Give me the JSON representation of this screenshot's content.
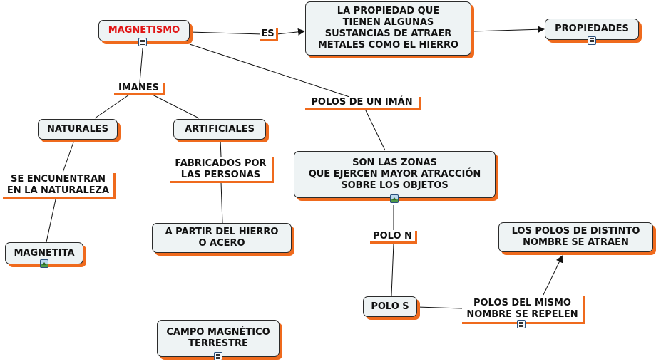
{
  "concepts": {
    "magnetismo": "MAGNETISMO",
    "definicion": "LA PROPIEDAD QUE\nTIENEN ALGUNAS\nSUSTANCIAS DE ATRAER\nMETALES COMO EL HIERRO",
    "propiedades": "PROPIEDADES",
    "naturales": "NATURALES",
    "artificiales": "ARTIFICIALES",
    "zonas": "SON LAS ZONAS\nQUE EJERCEN MAYOR ATRACCIÓN\nSOBRE LOS OBJETOS",
    "magnetita": "MAGNETITA",
    "hierro_acero": "A PARTIR DEL HIERRO\nO ACERO",
    "polos_distinto": "LOS POLOS DE DISTINTO\nNOMBRE SE ATRAEN",
    "polo_s": "POLO S",
    "campo": "CAMPO MAGNÉTICO\nTERRESTRE"
  },
  "phrases": {
    "es": "ES",
    "imanes": "IMANES",
    "polos_iman": "POLOS DE UN IMÁN",
    "se_encuentran": "SE ENCUNENTRAN\nEN LA NATURALEZA",
    "fabricados": "FABRICADOS POR\nLAS PERSONAS",
    "polo_n": "POLO N",
    "mismo_nombre": "POLOS DEL MISMO\nNOMBRE SE REPELEN"
  },
  "icons": [
    {
      "name": "document-icon",
      "kind": "doc"
    },
    {
      "name": "document-icon",
      "kind": "doc"
    },
    {
      "name": "image-icon",
      "kind": "img"
    },
    {
      "name": "image-icon",
      "kind": "img"
    },
    {
      "name": "document-icon",
      "kind": "doc"
    },
    {
      "name": "document-icon",
      "kind": "doc"
    }
  ],
  "colors": {
    "root_text": "#e11414",
    "shadow": "#ef6a1d",
    "node_fill": "#eef3f4",
    "line": "#111111"
  }
}
